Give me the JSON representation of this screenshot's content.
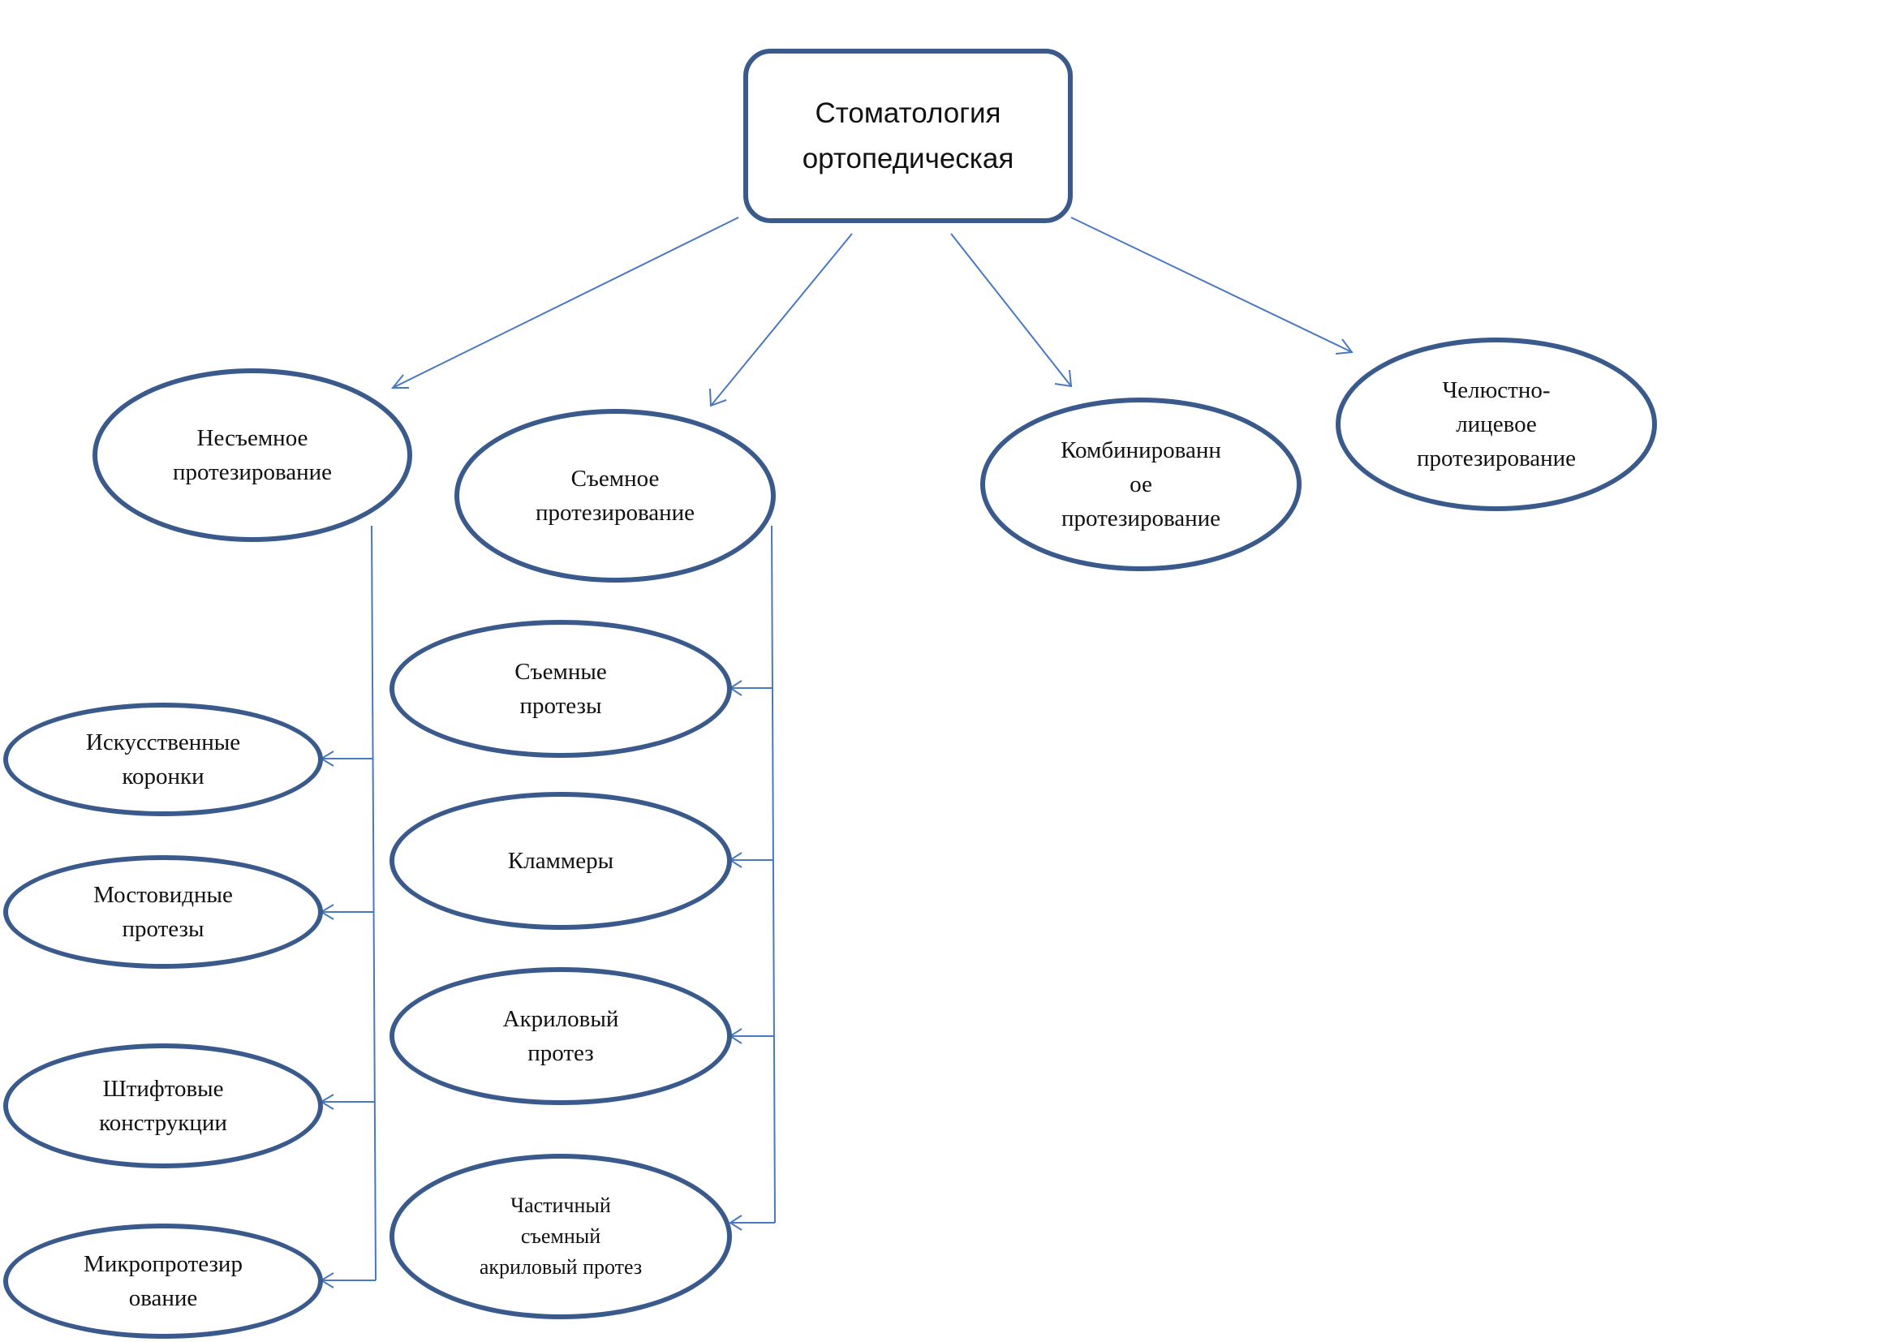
{
  "root": {
    "line1": "Стоматология",
    "line2": "ортопедическая"
  },
  "categories": [
    {
      "id": "fixed",
      "label": "Несъемное\nпротезирование"
    },
    {
      "id": "removable",
      "label": "Съемное\nпротезирование"
    },
    {
      "id": "combined",
      "label": "Комбинированн\nое\nпротезирование"
    },
    {
      "id": "maxillofacial",
      "label": "Челюстно-\nлицевое\nпротезирование"
    }
  ],
  "fixed_children": [
    "Искусственные\nкоронки",
    "Мостовидные\nпротезы",
    "Штифтовые\nконструкции",
    "Микропротезир\nование"
  ],
  "removable_children": [
    "Съемные\nпротезы",
    "Кламмеры",
    "Акриловый\nпротез",
    "Частичный\nсъемный\nакриловый протез"
  ],
  "colors": {
    "node_border": "#3b5a8c",
    "connector": "#4a78c0"
  }
}
